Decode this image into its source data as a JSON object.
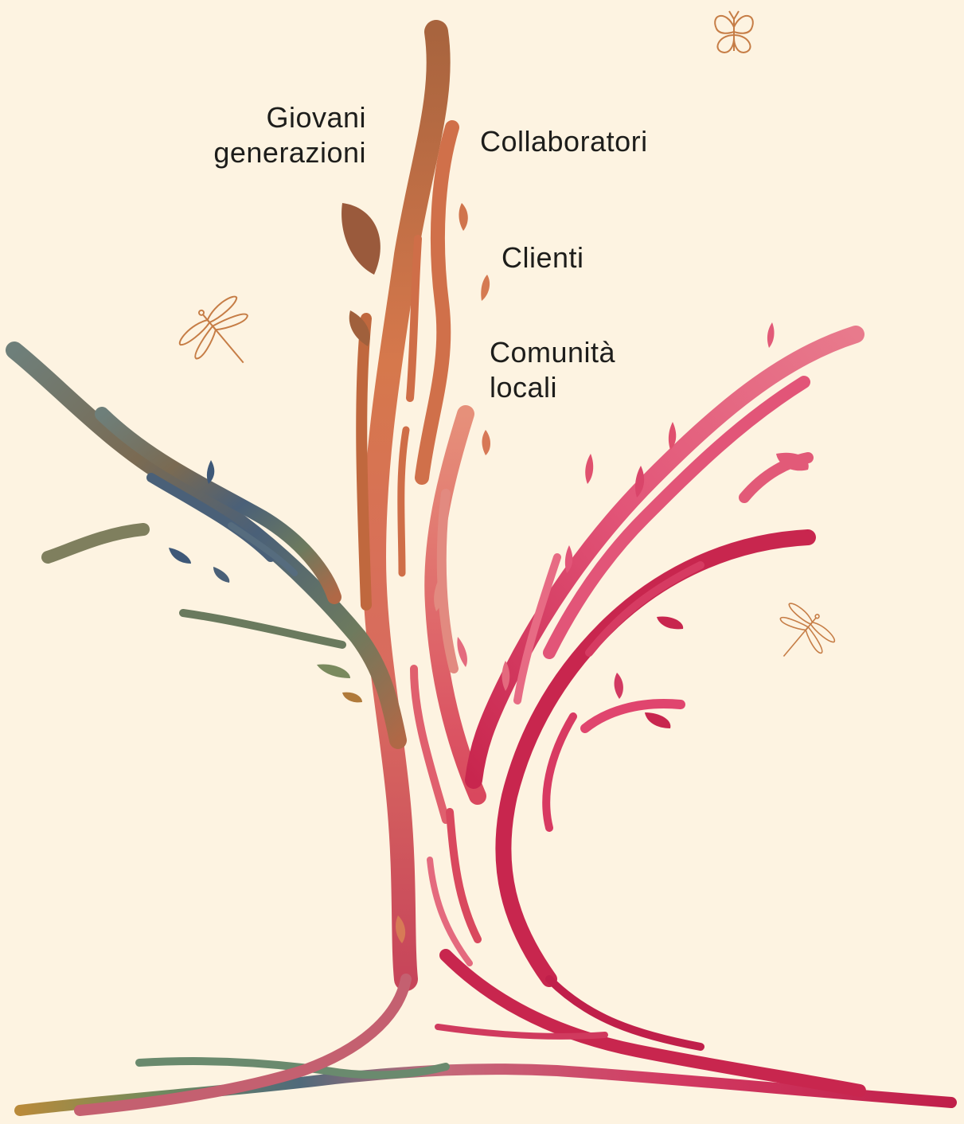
{
  "labels": {
    "giovani_line1": "Giovani",
    "giovani_line2": "generazioni",
    "collaboratori": "Collaboratori",
    "clienti": "Clienti",
    "comunita_line1": "Comunità",
    "comunita_line2": "locali"
  },
  "colors": {
    "background": "#fdf3e1",
    "text": "#1d1d1b",
    "trunk_brown": "#b4643c",
    "trunk_orange": "#d9784e",
    "pink": "#e4587a",
    "crimson": "#c8264e",
    "slate_blue": "#4a6078",
    "olive": "#7f7f5e",
    "insect": "#c67d46"
  },
  "icons": [
    "butterfly-icon",
    "dragonfly-icon",
    "dragonfly-icon"
  ]
}
